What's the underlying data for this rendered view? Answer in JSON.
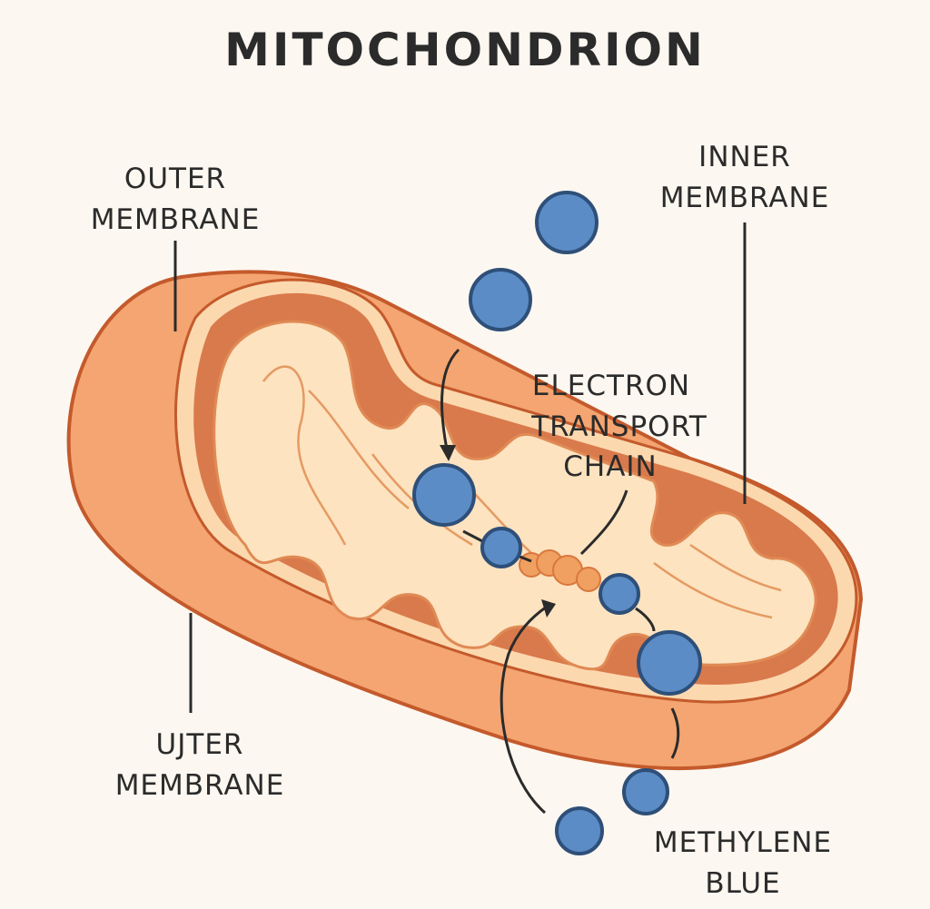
{
  "title": "MITOCHONDRION",
  "labels": {
    "outer_top": [
      "OUTER",
      "MEMBRANE"
    ],
    "inner": [
      "INNER",
      "MEMBRANE"
    ],
    "etc": [
      "ELECTRON",
      "TRANSPORT",
      "CHAIN"
    ],
    "outer_bottom": [
      "UJTER",
      "MEMBRANE"
    ],
    "methylene": [
      "METHYLENE",
      "BLUE"
    ]
  },
  "colors": {
    "background": "#fcf7f0",
    "outer_membrane": "#f4a571",
    "outline": "#c45a2c",
    "intermembrane": "#d97a4c",
    "matrix": "#fcd8ae",
    "methylene_blue": "#5b8cc6"
  }
}
